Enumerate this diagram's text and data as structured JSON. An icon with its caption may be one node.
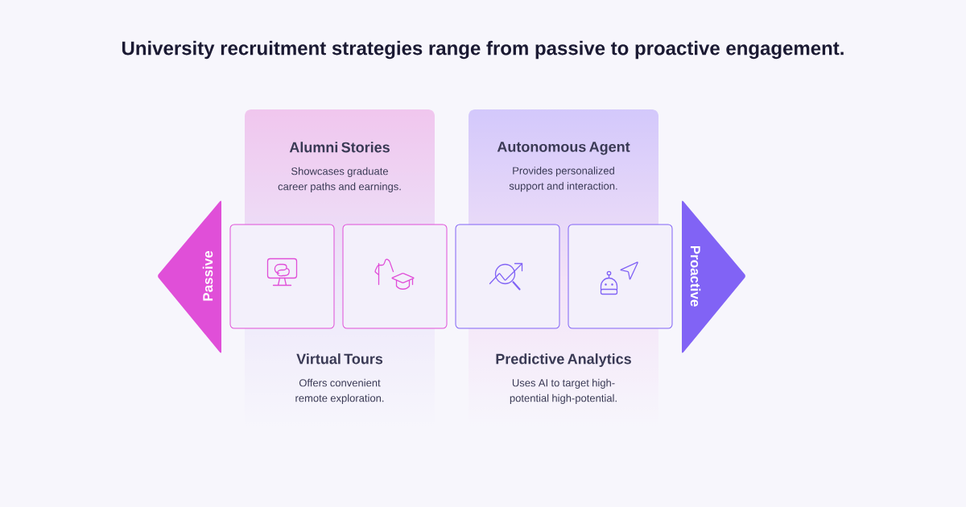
{
  "diagram": {
    "title": "University recruitment strategies range from passive to proactive engagement.",
    "nodes": [
      {
        "text": [
          "Passive"
        ]
      },
      {
        "text": [
          "Alumni Stories",
          "Showcases graduate career paths and earnings."
        ]
      },
      {
        "text": [
          "Autonomous Agent",
          "Provides personalized support and interaction."
        ]
      },
      {
        "text": [],
        "shape": "box"
      },
      {
        "text": [],
        "shape": "box"
      },
      {
        "text": [],
        "shape": "box"
      },
      {
        "text": [],
        "shape": "box"
      },
      {
        "text": [
          "Virtual Tours",
          "Offers convenient remote exploration."
        ]
      },
      {
        "text": [
          "Predictive Analytics",
          "Uses AI to target high-potential high-potential."
        ]
      },
      {
        "text": [
          "Proactive"
        ]
      }
    ]
  }
}
